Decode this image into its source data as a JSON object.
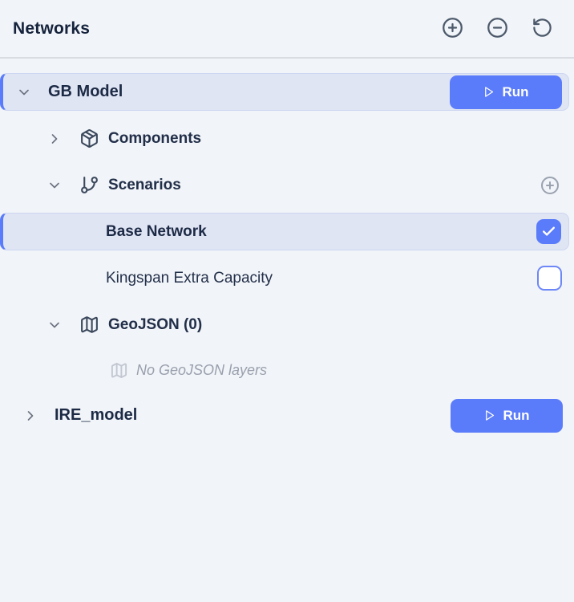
{
  "header": {
    "title": "Networks",
    "icons": [
      "circle-plus",
      "circle-minus",
      "rotate-ccw"
    ]
  },
  "tree": {
    "gb_model": {
      "label": "GB Model",
      "run_label": "Run",
      "expanded": true,
      "selected": true
    },
    "components": {
      "label": "Components",
      "icon": "package",
      "expanded": false
    },
    "scenarios": {
      "label": "Scenarios",
      "icon": "git-branch",
      "expanded": true,
      "add_icon": "circle-plus"
    },
    "scenario_items": [
      {
        "label": "Base Network",
        "checked": true,
        "selected": true
      },
      {
        "label": "Kingspan Extra Capacity",
        "checked": false,
        "selected": false
      }
    ],
    "geojson": {
      "label": "GeoJSON (0)",
      "icon": "map",
      "expanded": true
    },
    "geojson_empty": {
      "label": "No GeoJSON layers",
      "icon": "map"
    },
    "ire_model": {
      "label": "IRE_model",
      "run_label": "Run",
      "expanded": false
    }
  },
  "colors": {
    "accent_blue": "#5b7cfa",
    "row_highlight": "#e0e5f4",
    "panel_background": "#f1f4f8",
    "text_dark": "#1c2a45",
    "muted_text": "#99a0ad"
  }
}
